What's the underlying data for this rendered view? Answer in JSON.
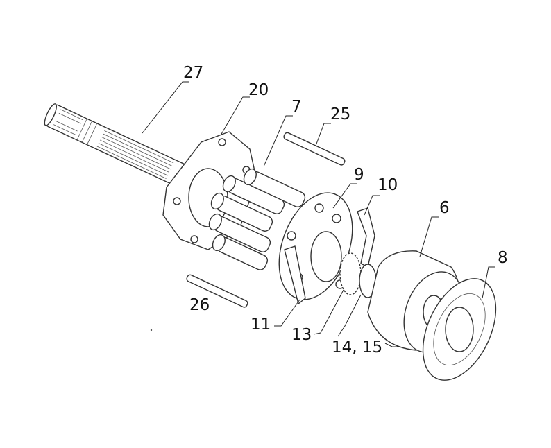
{
  "diagram": {
    "type": "exploded parts diagram",
    "callouts": [
      {
        "id": "27",
        "label": "27"
      },
      {
        "id": "20",
        "label": "20"
      },
      {
        "id": "7",
        "label": "7"
      },
      {
        "id": "25",
        "label": "25"
      },
      {
        "id": "9",
        "label": "9"
      },
      {
        "id": "10",
        "label": "10"
      },
      {
        "id": "6",
        "label": "6"
      },
      {
        "id": "8",
        "label": "8"
      },
      {
        "id": "26",
        "label": "26"
      },
      {
        "id": "11",
        "label": "11"
      },
      {
        "id": "13",
        "label": "13"
      },
      {
        "id": "14-15",
        "label": "14, 15"
      }
    ]
  }
}
